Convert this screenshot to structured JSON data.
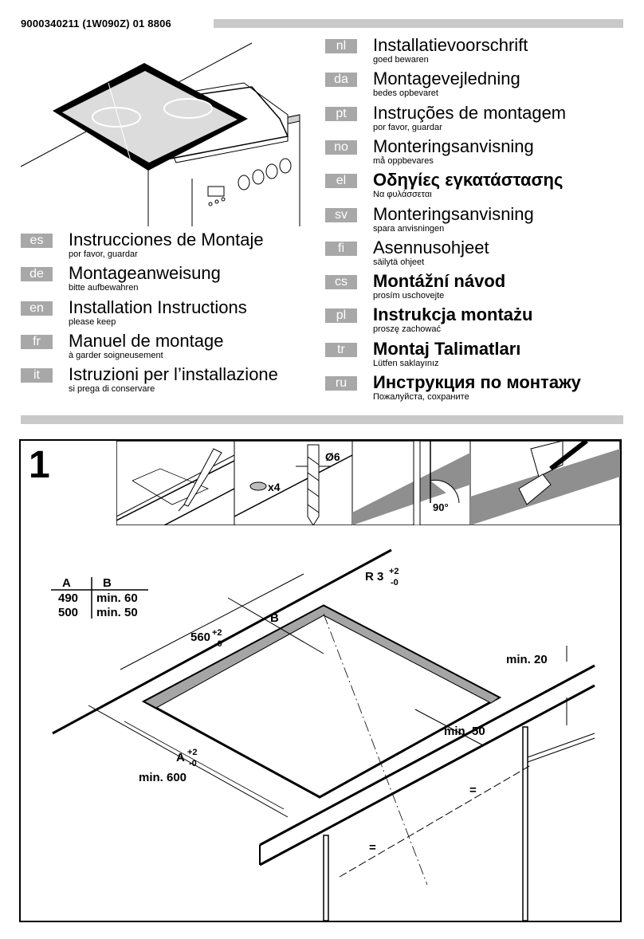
{
  "header": {
    "doc_number": "9000340211 (1W090Z) 01 8806"
  },
  "languages_left": [
    {
      "code": "es",
      "title": "Instrucciones de Montaje",
      "sub": "por favor, guardar"
    },
    {
      "code": "de",
      "title": "Montageanweisung",
      "sub": "bitte aufbewahren"
    },
    {
      "code": "en",
      "title": "Installation Instructions",
      "sub": "please keep"
    },
    {
      "code": "fr",
      "title": "Manuel de montage",
      "sub": "à garder soigneusement"
    },
    {
      "code": "it",
      "title": "Istruzioni per l’installazione",
      "sub": "si prega di conservare"
    }
  ],
  "languages_right": [
    {
      "code": "nl",
      "title": "Installatievoorschrift",
      "sub": "goed bewaren"
    },
    {
      "code": "da",
      "title": "Montagevejledning",
      "sub": "bedes opbevaret"
    },
    {
      "code": "pt",
      "title": "Instruções de montagem",
      "sub": "por favor, guardar"
    },
    {
      "code": "no",
      "title": "Monteringsanvisning",
      "sub": "må oppbevares"
    },
    {
      "code": "el",
      "title": "Οδηγίες εγκατάστασης",
      "sub": "Να φυλάσσεται"
    },
    {
      "code": "sv",
      "title": "Monteringsanvisning",
      "sub": "spara anvisningen"
    },
    {
      "code": "fi",
      "title": "Asennusohjeet",
      "sub": "säilytä ohjeet"
    },
    {
      "code": "cs",
      "title": "Montážní návod",
      "sub": "prosím uschovejte"
    },
    {
      "code": "pl",
      "title": "Instrukcja montażu",
      "sub": "proszę zachować"
    },
    {
      "code": "tr",
      "title": "Montaj Talimatları",
      "sub": "Lütfen saklayınız"
    },
    {
      "code": "ru",
      "title": "Инструкция по монтажу",
      "sub": "Пожалуйста, сохраните"
    }
  ],
  "step": {
    "number": "1",
    "strip": {
      "drill": "Ø6",
      "count": "x4",
      "angle": "90°"
    },
    "table": {
      "head_a": "A",
      "head_b": "B",
      "rows": [
        [
          "490",
          "min. 60"
        ],
        [
          "500",
          "min. 50"
        ]
      ]
    },
    "labels": {
      "radius": "R 3",
      "radius_tol_top": "+2",
      "radius_tol_bot": "-0",
      "width": "560",
      "width_tol_top": "+2",
      "width_tol_bot": "-0",
      "b": "B",
      "a": "A",
      "a_tol_top": "+2",
      "a_tol_bot": "-0",
      "min600": "min. 600",
      "min20": "min. 20",
      "min50": "min. 50",
      "eq1": "=",
      "eq2": "="
    }
  }
}
